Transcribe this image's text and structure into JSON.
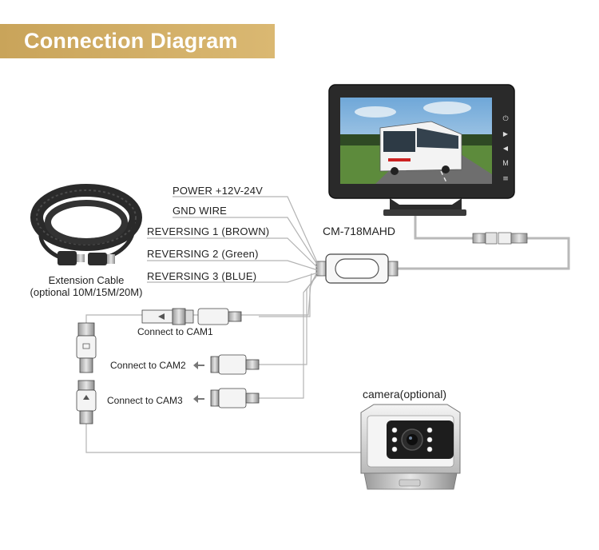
{
  "title": "Connection Diagram",
  "wires": {
    "power": "POWER +12V-24V",
    "gnd": "GND WIRE",
    "rev1": "REVERSING 1   (BROWN)",
    "rev2": "REVERSING 2   (Green)",
    "rev3": "REVERSING 3   (BLUE)"
  },
  "extension_cable": {
    "line1": "Extension Cable",
    "line2": "(optional 10M/15M/20M)"
  },
  "monitor": {
    "model": "CM-718MAHD",
    "buttons": [
      "⏻",
      "▶",
      "◀",
      "M",
      "≡"
    ]
  },
  "connections": {
    "cam1": "Connect to CAM1",
    "cam2": "Connect to CAM2",
    "cam3": "Connect to CAM3"
  },
  "camera": {
    "label": "camera(optional)"
  },
  "colors": {
    "banner": "#d4ae66",
    "wire_brown": "#8b5a2b",
    "wire_green": "#3a8a3a",
    "wire_blue": "#3355aa",
    "wire_red": "#cc2222"
  }
}
